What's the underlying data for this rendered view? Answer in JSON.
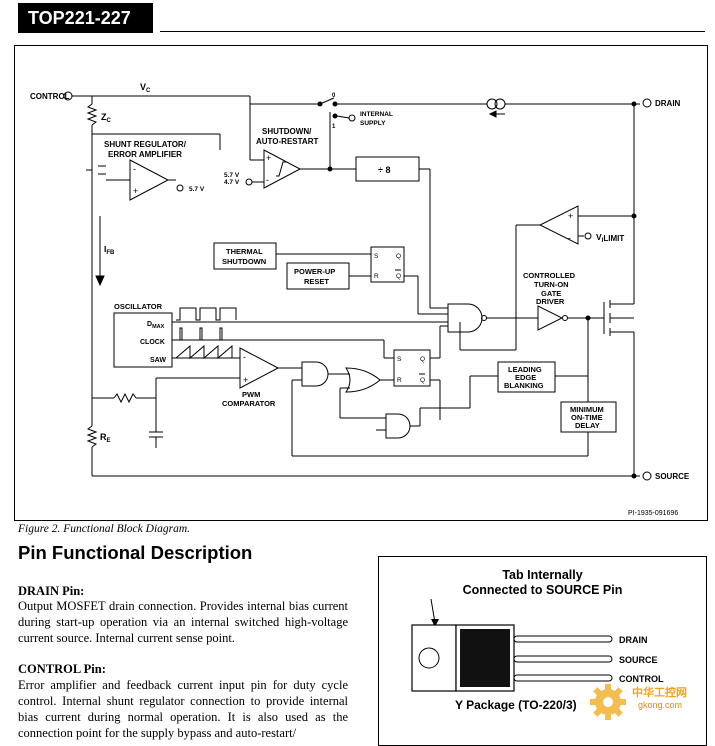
{
  "header": {
    "part_number": "TOP221-227"
  },
  "diagram": {
    "labels": {
      "control": "CONTROL",
      "vc": "V",
      "vc_sub": "C",
      "zc": "Z",
      "zc_sub": "C",
      "drain": "DRAIN",
      "source": "SOURCE",
      "shunt_reg_1": "SHUNT REGULATOR/",
      "shunt_reg_2": "ERROR AMPLIFIER",
      "shutdown_1": "SHUTDOWN/",
      "shutdown_2": "AUTO-RESTART",
      "v57": "5.7 V",
      "v47": "4.7 V",
      "v57_amp": "5.7 V",
      "internal_supply_1": "INTERNAL",
      "internal_supply_2": "SUPPLY",
      "switch_0": "0",
      "switch_1": "1",
      "divider": "÷ 8",
      "ifb": "I",
      "ifb_sub": "FB",
      "vilimit": "V",
      "vilimit_sub": "I",
      "vilimit_tail": "LIMIT",
      "thermal_1": "THERMAL",
      "thermal_2": "SHUTDOWN",
      "powerup_1": "POWER-UP",
      "powerup_2": "RESET",
      "oscillator": "OSCILLATOR",
      "dmax": "D",
      "dmax_sub": "MAX",
      "clock": "CLOCK",
      "saw": "SAW",
      "pwm_1": "PWM",
      "pwm_2": "COMPARATOR",
      "ctrl_turnon_1": "CONTROLLED",
      "ctrl_turnon_2": "TURN-ON",
      "ctrl_turnon_3": "GATE",
      "ctrl_turnon_4": "DRIVER",
      "leb_1": "LEADING",
      "leb_2": "EDGE",
      "leb_3": "BLANKING",
      "mot_1": "MINIMUM",
      "mot_2": "ON-TIME",
      "mot_3": "DELAY",
      "re": "R",
      "re_sub": "E",
      "ff_s": "S",
      "ff_r": "R",
      "ff_q": "Q",
      "ff_qbar": "Q",
      "plus": "+",
      "minus": "-",
      "part_code": "PI-1935-091696"
    }
  },
  "caption": "Figure 2.  Functional Block Diagram.",
  "section_title": "Pin Functional Description",
  "pins": [
    {
      "heading": "DRAIN Pin:",
      "body": "Output MOSFET drain connection.  Provides internal bias current during start-up operation via an internal switched high-voltage current source.  Internal current sense point."
    },
    {
      "heading": "CONTROL Pin:",
      "body": "Error amplifier and feedback current input pin for duty cycle control.  Internal shunt regulator connection to provide internal bias current during normal operation.  It is also used as the connection point for the supply bypass and auto-restart/"
    }
  ],
  "package": {
    "title_1": "Tab Internally",
    "title_2": "Connected to SOURCE Pin",
    "pin_drain": "DRAIN",
    "pin_source": "SOURCE",
    "pin_control": "CONTROL",
    "package_name": "Y Package (TO-220/3)"
  },
  "watermark": {
    "logo_text": "中华工控网",
    "url": "gkong.com"
  }
}
